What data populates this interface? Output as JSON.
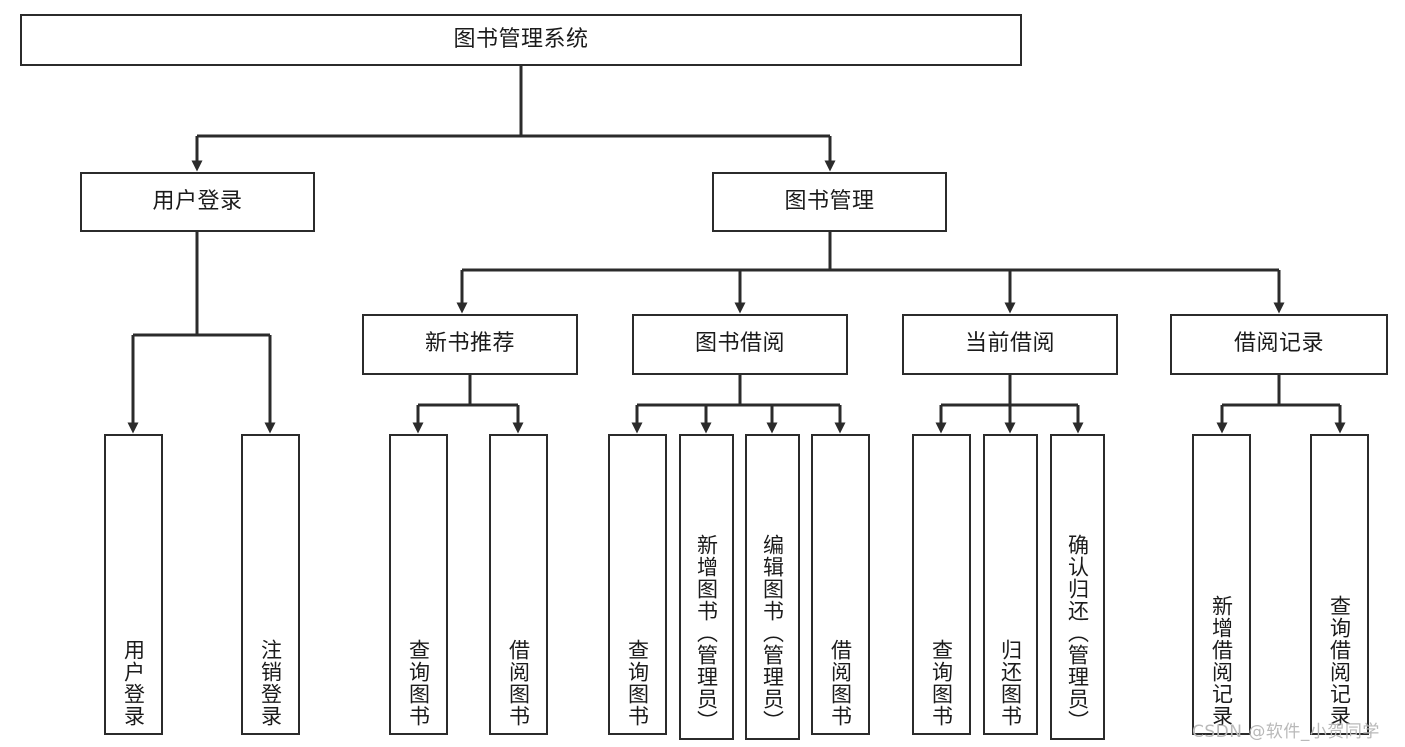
{
  "diagram": {
    "type": "tree",
    "title": "图书管理系统",
    "watermark": "CSDN @软件_小贺同学",
    "colors": {
      "box_border": "#2b2b2b",
      "box_fill": "#ffffff",
      "connector": "#2b2b2b",
      "text": "#1b1b1b",
      "watermark": "#b9b9b9",
      "background": "#ffffff"
    },
    "nodes": {
      "root": {
        "label": "图书管理系统"
      },
      "level2": [
        {
          "label": "用户登录"
        },
        {
          "label": "图书管理"
        }
      ],
      "level3": [
        {
          "label": "新书推荐"
        },
        {
          "label": "图书借阅"
        },
        {
          "label": "当前借阅"
        },
        {
          "label": "借阅记录"
        }
      ],
      "leaves": {
        "user_login": [
          {
            "label": "用户登录"
          },
          {
            "label": "注销登录"
          }
        ],
        "new_book": [
          {
            "label": "查询图书"
          },
          {
            "label": "借阅图书"
          }
        ],
        "borrow_book": [
          {
            "label": "查询图书"
          },
          {
            "label": "新增图书（管理员）"
          },
          {
            "label": "编辑图书（管理员）"
          },
          {
            "label": "借阅图书"
          }
        ],
        "current_borrow": [
          {
            "label": "查询图书"
          },
          {
            "label": "归还图书"
          },
          {
            "label": "确认归还（管理员）"
          }
        ],
        "borrow_record": [
          {
            "label": "新增借阅记录"
          },
          {
            "label": "查询借阅记录"
          }
        ]
      }
    }
  }
}
